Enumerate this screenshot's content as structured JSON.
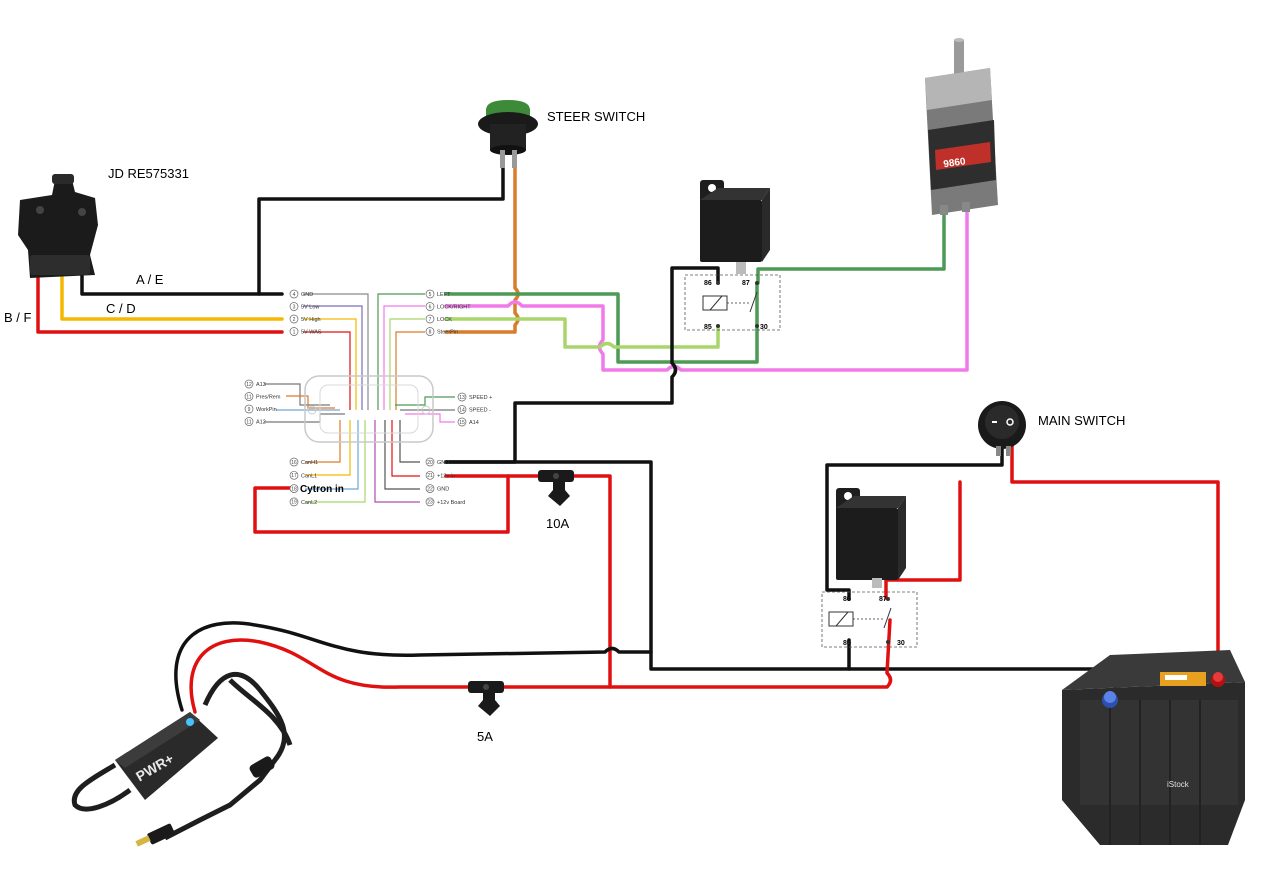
{
  "labels": {
    "sensor": "JD RE575331",
    "steer_switch": "STEER SWITCH",
    "main_switch": "MAIN SWITCH",
    "wire_ae": "A / E",
    "wire_cd": "C / D",
    "wire_bf": "B / F",
    "fuse_10a": "10A",
    "fuse_5a": "5A",
    "cytron_in": "Cytron in",
    "adapter_brand": "PWR+",
    "motor_model": "9860",
    "battery_watermark": "iStock"
  },
  "connector": {
    "top_left": [
      {
        "num": "4",
        "name": "GND"
      },
      {
        "num": "3",
        "name": "5V Low"
      },
      {
        "num": "2",
        "name": "5V High"
      },
      {
        "num": "1",
        "name": "5V WAS"
      }
    ],
    "top_right": [
      {
        "num": "5",
        "name": "LEFT"
      },
      {
        "num": "6",
        "name": "LOCK/RIGHT"
      },
      {
        "num": "7",
        "name": "LOCK"
      },
      {
        "num": "8",
        "name": "SteerPin"
      }
    ],
    "mid_left": [
      {
        "num": "12",
        "name": "A13"
      },
      {
        "num": "11",
        "name": "Pres/Rem"
      },
      {
        "num": "9",
        "name": "WorkPin"
      },
      {
        "num": "11",
        "name": "A12"
      }
    ],
    "mid_right": [
      {
        "num": "13",
        "name": "SPEED +"
      },
      {
        "num": "14",
        "name": "SPEED -"
      },
      {
        "num": "15",
        "name": "A14"
      }
    ],
    "bot_left": [
      {
        "num": "16",
        "name": "CanH1"
      },
      {
        "num": "17",
        "name": "CanL1"
      },
      {
        "num": "18",
        "name": ""
      },
      {
        "num": "19",
        "name": "CanL2"
      }
    ],
    "bot_right": [
      {
        "num": "20",
        "name": "GND"
      },
      {
        "num": "21",
        "name": "+12v in"
      },
      {
        "num": "22",
        "name": "GND"
      },
      {
        "num": "23",
        "name": "+12v Board"
      }
    ]
  },
  "relay_pins": {
    "r1": {
      "p86": "86",
      "p87": "87",
      "p85": "85",
      "p30": "30"
    },
    "r2": {
      "p86": "86",
      "p87": "87",
      "p85": "85",
      "p30": "30"
    }
  },
  "colors": {
    "black": "#111111",
    "red": "#e01010",
    "yellow": "#f5b800",
    "orange": "#d97c2b",
    "green": "#4c9a55",
    "lime": "#a8d66a",
    "pink": "#f27ae8",
    "gray_wire": "#8a8a8a",
    "purple_wire": "#7a6fb5",
    "blue_wire": "#6fa8dc"
  }
}
